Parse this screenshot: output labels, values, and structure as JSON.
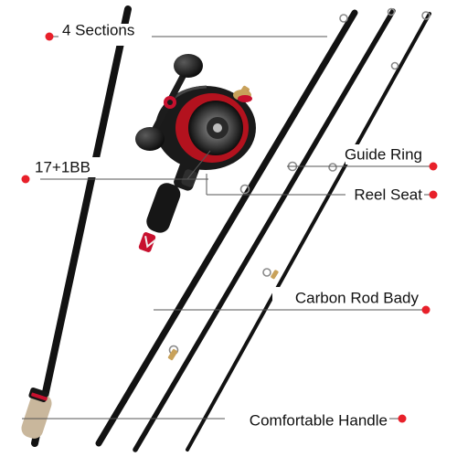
{
  "callouts": {
    "sections": "4 Sections",
    "bearings": "17+1BB",
    "guide_ring": "Guide Ring",
    "reel_seat": "Reel Seat",
    "carbon_body": "Carbon Rod Bady",
    "handle": "Comfortable Handle"
  },
  "colors": {
    "marker": "#e8202a",
    "leader": "#555555",
    "rod": "#141414",
    "accent_red": "#c8102e",
    "reel_body": "#1a1a1a",
    "cork": "#c9b79c",
    "gold_trim": "#c8a15a"
  },
  "icons": {
    "marker": "red-dot-icon"
  }
}
